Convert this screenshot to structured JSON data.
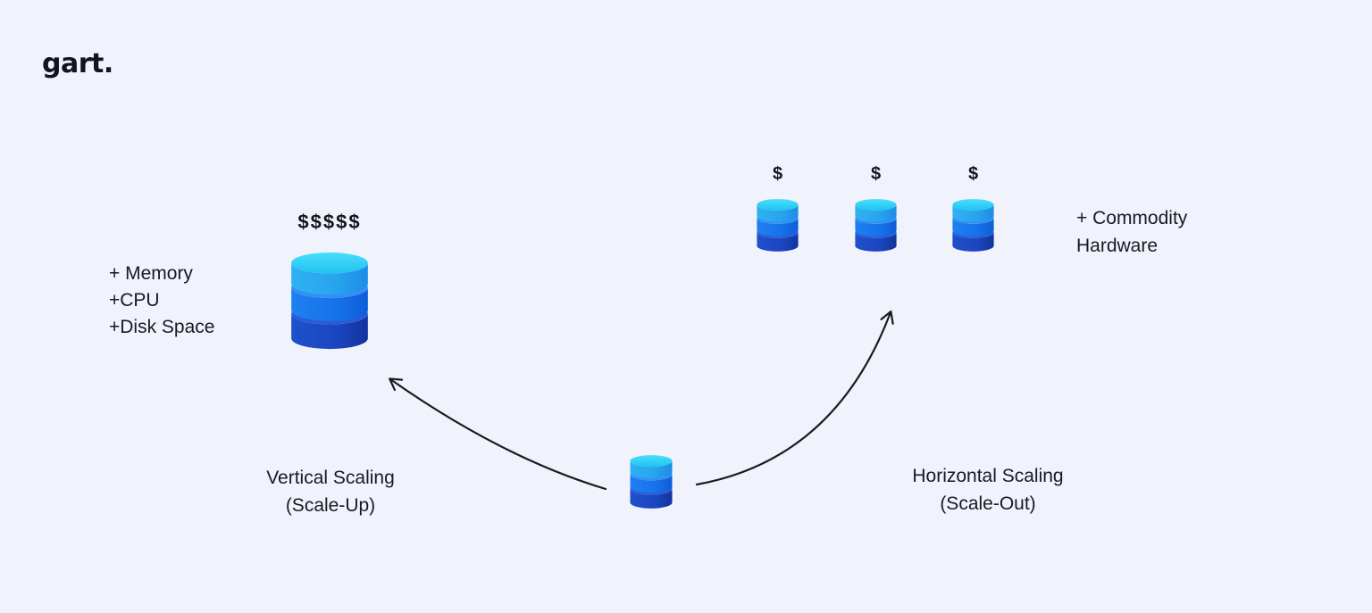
{
  "canvas": {
    "background": "#f0f3fc",
    "text_color": "#191a21",
    "arrow_color": "#1b1b1e"
  },
  "logo": {
    "text": "gart."
  },
  "diagram": {
    "source": {
      "icon": "database-icon"
    },
    "vertical": {
      "cost": "$$$$$",
      "specs": [
        "+ Memory",
        "+CPU",
        "+Disk Space"
      ],
      "title": "Vertical Scaling",
      "subtitle": "(Scale-Up)"
    },
    "horizontal": {
      "nodes": [
        {
          "cost": "$"
        },
        {
          "cost": "$"
        },
        {
          "cost": "$"
        }
      ],
      "note": [
        "+ Commodity",
        "Hardware"
      ],
      "title": "Horizontal Scaling",
      "subtitle": "(Scale-Out)"
    },
    "db_palette": {
      "cap": "#35d4f8",
      "top_band": "#27a4ee",
      "middle_band": "#1772ea",
      "bottom_band": "#1c49c2"
    }
  }
}
